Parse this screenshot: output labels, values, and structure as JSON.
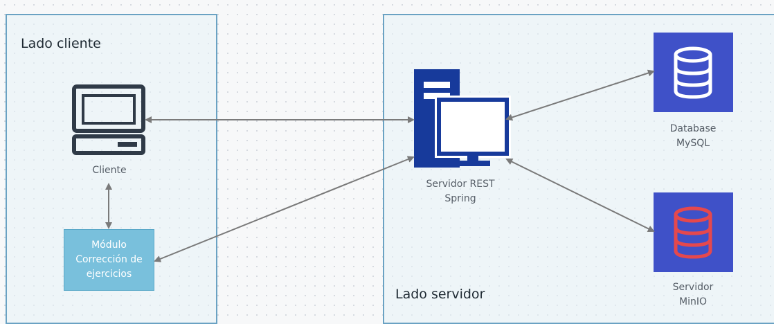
{
  "panels": {
    "client_title": "Lado cliente",
    "server_title": "Lado servidor"
  },
  "nodes": {
    "client": {
      "label": "Cliente",
      "icon": "desktop-computer-icon"
    },
    "module": {
      "label": "Módulo\nCorrección de\nejercicios"
    },
    "server": {
      "label": "Servidor REST\nSpring",
      "icon": "server-workstation-icon"
    },
    "database": {
      "label": "Database\nMySQL",
      "icon": "database-icon"
    },
    "storage": {
      "label": "Servidor\nMinIO",
      "icon": "database-icon"
    }
  },
  "colors": {
    "panel_border": "#6aa2c3",
    "module_fill": "#79c0dc",
    "server_blue": "#173a9b",
    "db_tile": "#3f51c8",
    "db_stroke_white": "#ffffff",
    "db_stroke_red": "#e5484d",
    "arrow": "#7a7a7a",
    "client_icon": "#2f3a47"
  }
}
